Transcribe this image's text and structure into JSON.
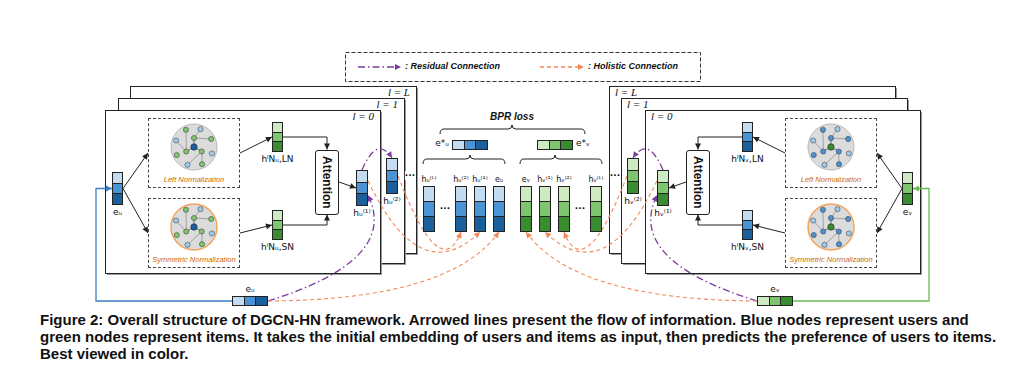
{
  "diagram": {
    "caption": "Figure 2: Overall structure of DGCN-HN framework. Arrowed lines present the flow of information. Blue nodes represent users and green nodes represent items. It takes the initial embedding of users and items as input, then predicts the preference of users to items. Best viewed in color.",
    "nodes": [
      {
        "text": [
          "l = L"
        ]
      },
      {
        "text": [
          "l = 1"
        ]
      },
      {
        "text": [
          "l = 0"
        ]
      },
      {
        "text": [
          "eᵤ"
        ],
        "in": 2
      },
      {
        "text": [
          "Left Normalization"
        ],
        "in": 2
      },
      {
        "text": [
          "Symmetric Normalization"
        ],
        "in": 2
      },
      {
        "text": [
          "hˡNᵤ,LN"
        ],
        "in": 2
      },
      {
        "text": [
          "hˡNᵤ,SN"
        ],
        "in": 2
      },
      {
        "text": [
          "Attention"
        ],
        "in": 2
      },
      {
        "text": [
          "hᵤ⁽¹⁾"
        ],
        "in": 2
      },
      {
        "text": [
          "hᵤ⁽²⁾"
        ],
        "in": 1
      },
      {
        "text": [
          "e*ᵤ"
        ]
      },
      {
        "text": [
          "e*ᵥ"
        ]
      },
      {
        "text": [
          "hᵤ⁽ᴸ⁾"
        ]
      },
      {
        "text": [
          "hᵤ⁽²⁾"
        ]
      },
      {
        "text": [
          "hᵤ⁽¹⁾"
        ]
      },
      {
        "text": [
          "eᵤ"
        ]
      },
      {
        "text": [
          "eᵥ"
        ]
      },
      {
        "text": [
          "hᵥ⁽¹⁾"
        ]
      },
      {
        "text": [
          "hᵥ⁽²⁾"
        ]
      },
      {
        "text": [
          "hᵥ⁽ᴸ⁾"
        ]
      },
      {
        "text": [
          "l = L"
        ]
      },
      {
        "text": [
          "l = 1"
        ]
      },
      {
        "text": [
          "l = 0"
        ]
      },
      {
        "text": [
          "hᵥ⁽²⁾"
        ],
        "in": 22
      },
      {
        "text": [
          "hᵥ⁽¹⁾"
        ],
        "in": 23
      },
      {
        "text": [
          "Attention"
        ],
        "in": 23
      },
      {
        "text": [
          "hˡNᵥ,LN"
        ],
        "in": 23
      },
      {
        "text": [
          "hˡNᵥ,SN"
        ],
        "in": 23
      },
      {
        "text": [
          "Left Normalization"
        ],
        "in": 23
      },
      {
        "text": [
          "Symmetric Normalization"
        ],
        "in": 23
      },
      {
        "text": [
          "eᵥ"
        ],
        "in": 23
      },
      {
        "text": [
          "eᵤ"
        ]
      },
      {
        "text": [
          "eᵥ"
        ]
      }
    ],
    "edges": [
      {
        "from": 32,
        "to": 3,
        "arrow": "to"
      },
      {
        "from": 3,
        "to": 4,
        "arrow": "to"
      },
      {
        "from": 3,
        "to": 5,
        "arrow": "to"
      },
      {
        "from": 4,
        "to": 6,
        "arrow": "to"
      },
      {
        "from": 5,
        "to": 7,
        "arrow": "to"
      },
      {
        "from": 6,
        "to": 8,
        "arrow": "to"
      },
      {
        "from": 7,
        "to": 8,
        "arrow": "to"
      },
      {
        "from": 8,
        "to": 9,
        "arrow": "to"
      },
      {
        "from": 32,
        "to": 9,
        "arrow": "to"
      },
      {
        "from": 9,
        "to": 10,
        "arrow": "to"
      },
      {
        "from": 9,
        "to": 15,
        "arrow": "to"
      },
      {
        "from": 10,
        "to": 14,
        "arrow": "to"
      },
      {
        "from": 32,
        "to": 16,
        "arrow": "to"
      },
      {
        "from": 33,
        "to": 31,
        "arrow": "to"
      },
      {
        "from": 31,
        "to": 29,
        "arrow": "to"
      },
      {
        "from": 31,
        "to": 30,
        "arrow": "to"
      },
      {
        "from": 29,
        "to": 27,
        "arrow": "to"
      },
      {
        "from": 30,
        "to": 28,
        "arrow": "to"
      },
      {
        "from": 27,
        "to": 26,
        "arrow": "to"
      },
      {
        "from": 28,
        "to": 26,
        "arrow": "to"
      },
      {
        "from": 26,
        "to": 25,
        "arrow": "to"
      },
      {
        "from": 33,
        "to": 25,
        "arrow": "to"
      },
      {
        "from": 25,
        "to": 24,
        "arrow": "to"
      },
      {
        "from": 25,
        "to": 18,
        "arrow": "to"
      },
      {
        "from": 24,
        "to": 19,
        "arrow": "to"
      },
      {
        "from": 33,
        "to": 17,
        "arrow": "to"
      }
    ],
    "labels": [
      "BPR loss",
      "···",
      "···",
      "···",
      "···"
    ],
    "legend": [
      {
        "text": ": Residual Connection"
      },
      {
        "text": ": Holistic Connection"
      }
    ]
  }
}
